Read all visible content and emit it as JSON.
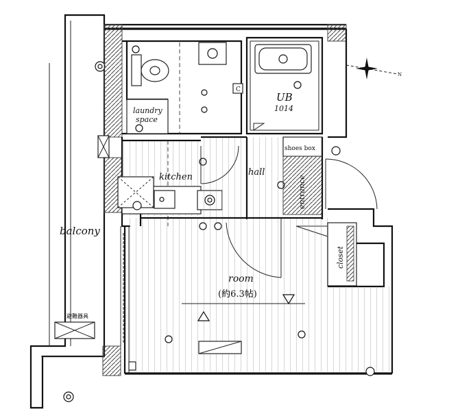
{
  "labels": {
    "balcony": "balcony",
    "kitchen": "kitchen",
    "hall": "hall",
    "room": "room",
    "room_size": "(約6.3帖)",
    "unit_bath": "UB",
    "unit_bath_size": "1014",
    "laundry_line1": "laundry",
    "laundry_line2": "space",
    "shoes_box": "shoes box",
    "entrance": "entrance",
    "closet": "closet",
    "evac_hatch": "避難器具",
    "c_mark": "C",
    "north_mark": "N"
  }
}
